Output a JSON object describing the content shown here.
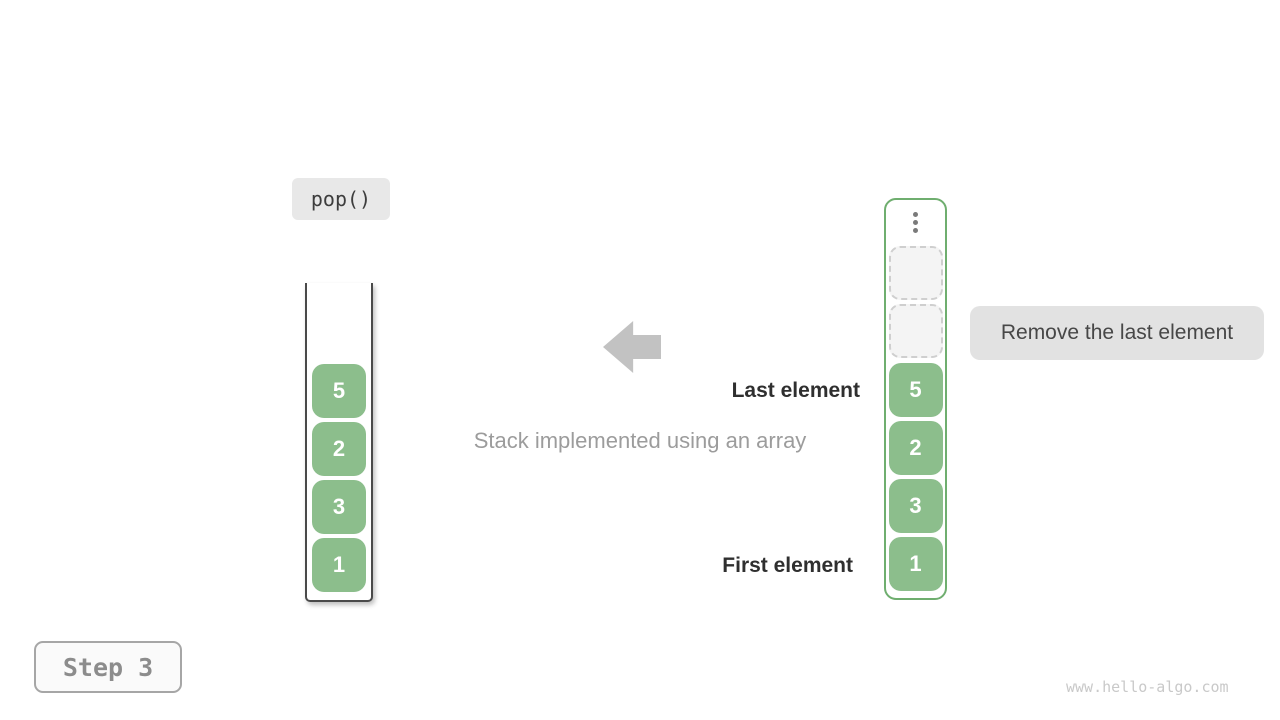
{
  "colors": {
    "cell_green": "#8CBE8C",
    "stack_border_green": "#6FAE6F",
    "array_border_gray": "#4A4A4A",
    "badge_bg": "#E8E8E8",
    "tooltip_bg": "#E2E2E2",
    "arrow_gray": "#C2C2C2",
    "label_dark": "#2F2F2F",
    "caption_gray": "#9C9C9C",
    "step_text_gray": "#8C8C8C",
    "watermark_gray": "#C9C9C9"
  },
  "operation_badge": {
    "label": "pop()"
  },
  "array_stack": {
    "cells": [
      "5",
      "2",
      "3",
      "1"
    ]
  },
  "conceptual_stack": {
    "cells": [
      "5",
      "2",
      "3",
      "1"
    ],
    "empty_slot_count": 2
  },
  "labels": {
    "last_element": "Last element",
    "first_element": "First element",
    "caption": "Stack implemented using an array"
  },
  "annotation": {
    "text": "Remove the last element"
  },
  "step_indicator": {
    "label": "Step 3"
  },
  "watermark": {
    "text": "www.hello-algo.com"
  }
}
